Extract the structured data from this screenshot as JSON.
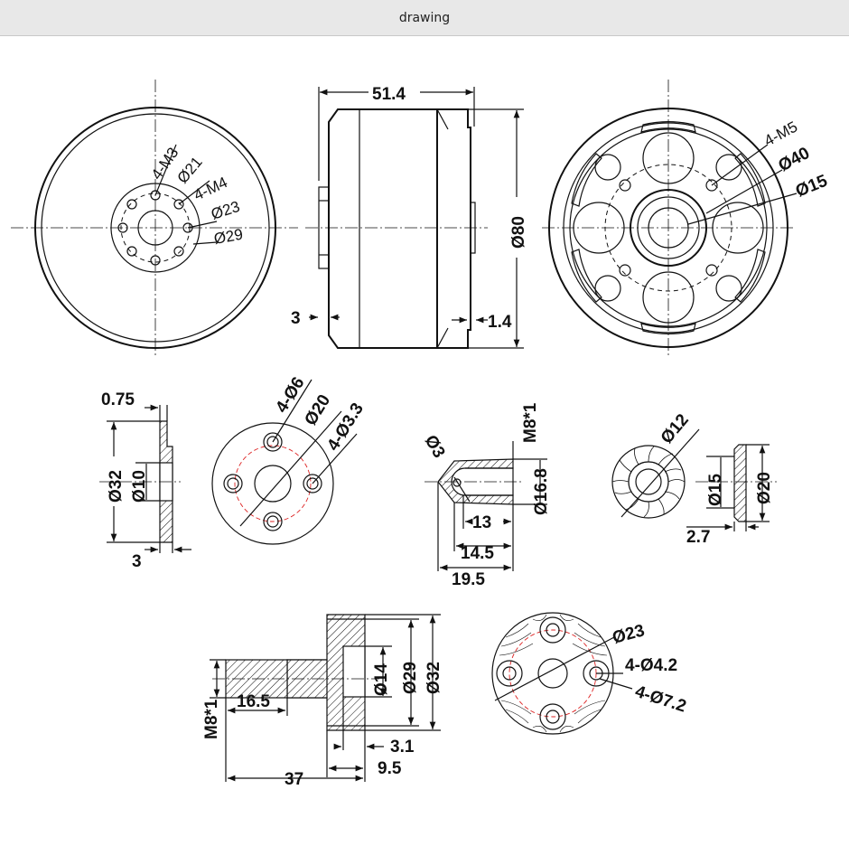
{
  "window": {
    "title": "drawing"
  },
  "front_view": {
    "labels": {
      "m3": "4-M3",
      "d21": "Ø21",
      "m4": "4-M4",
      "d23": "Ø23",
      "d29": "Ø29"
    }
  },
  "side_view": {
    "labels": {
      "len": "51.4",
      "dia": "Ø80",
      "left": "3",
      "right": "1.4"
    }
  },
  "rear_view": {
    "labels": {
      "m5": "4-M5",
      "d40": "Ø40",
      "d15": "Ø15"
    }
  },
  "washer": {
    "labels": {
      "t": "0.75",
      "d32": "Ø32",
      "d10": "Ø10",
      "w": "3"
    }
  },
  "washer_top": {
    "labels": {
      "h6": "4-Ø6",
      "d20": "Ø20",
      "h33": "4-Ø3.3"
    }
  },
  "nut": {
    "labels": {
      "m8": "M8*1",
      "d3": "Ø3",
      "d168": "Ø16.8",
      "l13": "13",
      "l145": "14.5",
      "l195": "19.5"
    }
  },
  "lock": {
    "labels": {
      "d12": "Ø12",
      "d15": "Ø15",
      "d20": "Ø20",
      "t": "2.7"
    }
  },
  "adapter": {
    "labels": {
      "m8": "M8*1",
      "l165": "16.5",
      "d14": "Ø14",
      "d29": "Ø29",
      "d32": "Ø32",
      "l31": "3.1",
      "l37": "37",
      "l95": "9.5"
    }
  },
  "adapter_top": {
    "labels": {
      "d23": "Ø23",
      "h42": "4-Ø4.2",
      "h72": "4-Ø7.2"
    }
  }
}
